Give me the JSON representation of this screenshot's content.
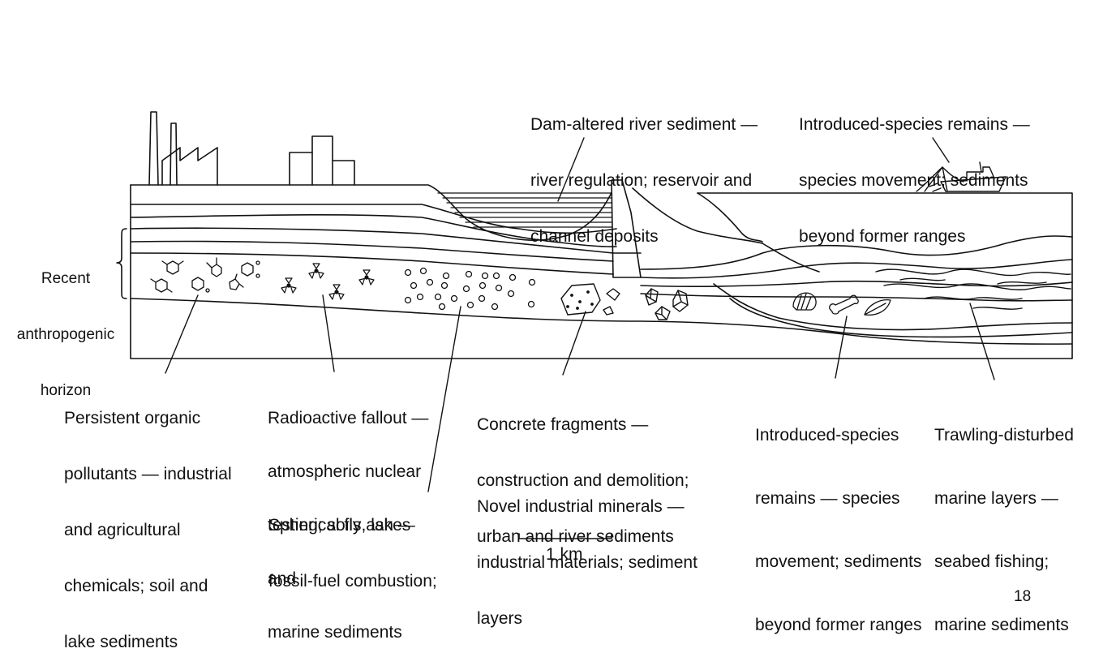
{
  "labels": {
    "dam": [
      "Dam-altered river sediment —",
      "river regulation; reservoir and",
      "channel deposits"
    ],
    "species_top": [
      "Introduced-species remains —",
      "species movement; sediments",
      "beyond former ranges"
    ],
    "horizon": [
      "Recent",
      "anthropogenic",
      "horizon"
    ],
    "pollutants": [
      "Persistent organic",
      "pollutants — industrial",
      "and agricultural",
      "chemicals; soil and",
      "lake sediments"
    ],
    "fallout": [
      "Radioactive fallout —",
      "atmospheric nuclear",
      "testing; soils, lakes",
      "and",
      "marine sediments"
    ],
    "flyash": [
      "Spherical fly ash —",
      "fossil-fuel combustion;"
    ],
    "concrete": [
      "Concrete fragments —",
      "construction and demolition;",
      "urban and river sediments"
    ],
    "minerals": [
      "Novel industrial minerals —",
      "industrial materials; sediment",
      "layers"
    ],
    "species_bottom": [
      "Introduced-species",
      "remains — species",
      "movement; sediments",
      "beyond former ranges"
    ],
    "trawling": [
      "Trawling-disturbed",
      "marine layers —",
      "seabed fishing;",
      "marine sediments"
    ]
  },
  "scale_bar": {
    "label": "1 km"
  },
  "page_number": "18"
}
